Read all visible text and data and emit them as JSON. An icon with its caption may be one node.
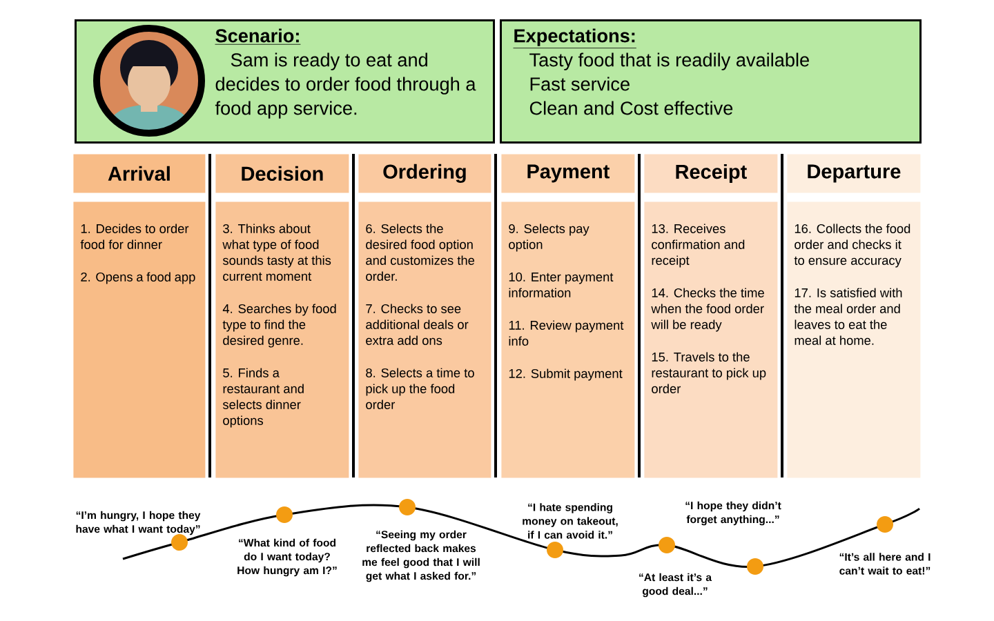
{
  "diagram": {
    "nodes": [
      {
        "text": [
          "Scenario:",
          "Sam is ready to eat and decides to order food through a food app service."
        ]
      },
      {
        "text": [
          "Expectations:",
          "Tasty food that is readily available",
          "Fast service",
          "Clean and Cost effective"
        ]
      },
      {
        "text": [
          "Arrival"
        ]
      },
      {
        "text": [
          "1. Decides to order food for dinner",
          "2. Opens a food app"
        ]
      },
      {
        "text": [
          "Decision"
        ]
      },
      {
        "text": [
          "3. Thinks about what type of food sounds tasty at this current moment",
          "4. Searches by food type to find the desired genre.",
          "5. Finds a restaurant and selects dinner options"
        ]
      },
      {
        "text": [
          "Ordering"
        ]
      },
      {
        "text": [
          "6. Selects the desired food option and customizes the order.",
          "7. Checks to see additional deals or extra add ons",
          "8. Selects a time to pick up the food order"
        ]
      },
      {
        "text": [
          "Payment"
        ]
      },
      {
        "text": [
          "9. Selects pay option",
          "10. Enter payment information",
          "11. Review payment info",
          "12. Submit payment"
        ]
      },
      {
        "text": [
          "Receipt"
        ]
      },
      {
        "text": [
          "13. Receives confirmation and receipt",
          "14. Checks the time when the food order will be ready",
          "15. Travels to the restaurant to pick up order"
        ]
      },
      {
        "text": [
          "Departure"
        ]
      },
      {
        "text": [
          "16. Collects the food order and checks it to ensure accuracy",
          "17. Is satisfied with the meal order and leaves to eat the meal at home."
        ]
      }
    ],
    "labels": [
      "“I’m hungry, I hope they have what I want today”",
      "“What kind of food do I want today? How hungry am I?”",
      "“Seeing my order reflected back makes me feel good that I will get what I asked for.”",
      "“I hate spending money on takeout, if I can avoid it.”",
      "“I hope they didn’t forget anything...”",
      "“At least it’s a good deal...”",
      "“It’s all here and I can’t wait to eat!”"
    ]
  }
}
